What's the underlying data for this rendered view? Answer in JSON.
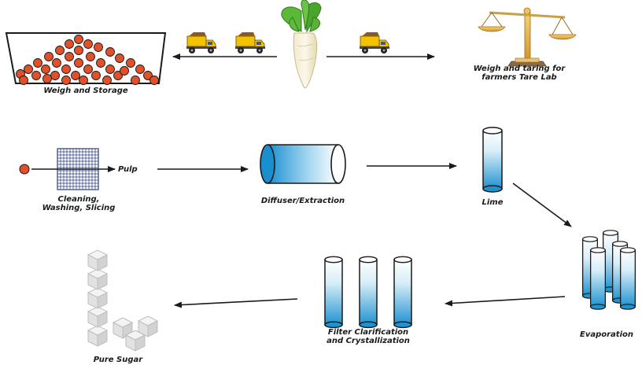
{
  "title": "",
  "labels": {
    "weigh_storage": "Weigh and Storage",
    "weigh_taring_line1": "Weigh and taring for",
    "weigh_taring_line2": "farmers Tare Lab",
    "pulp": "Pulp",
    "cleaning_line1": "Cleaning,",
    "cleaning_line2": "Washing, Slicing",
    "diffuser": "Diffuser/Extraction",
    "lime": "Lime",
    "evaporation": "Evaporation",
    "filter_line1": "Filter Clarification",
    "filter_line2": "and Crystallization",
    "pure_sugar": "Pure Sugar"
  },
  "icons": {
    "trucks": [
      "dump-truck-icon",
      "dump-truck-icon",
      "dump-truck-icon"
    ],
    "beet": "sugar-beet-icon",
    "scale": "balance-scale-icon",
    "bin": "storage-bin-icon",
    "slicer": "slicer-grid-icon",
    "diffuser": "diffuser-cylinder-icon",
    "tube": "lime-tube-icon",
    "evaporators": "evaporator-tubes-icon",
    "filters": "filter-tubes-icon",
    "cubes": "sugar-cubes-icon"
  },
  "colors": {
    "beet_red": "#e0502a",
    "truck_yellow": "#f2c200",
    "scale_gold": "#e9b23a",
    "tube_blue": "#2f9fd6",
    "line": "#1a1a1a"
  }
}
